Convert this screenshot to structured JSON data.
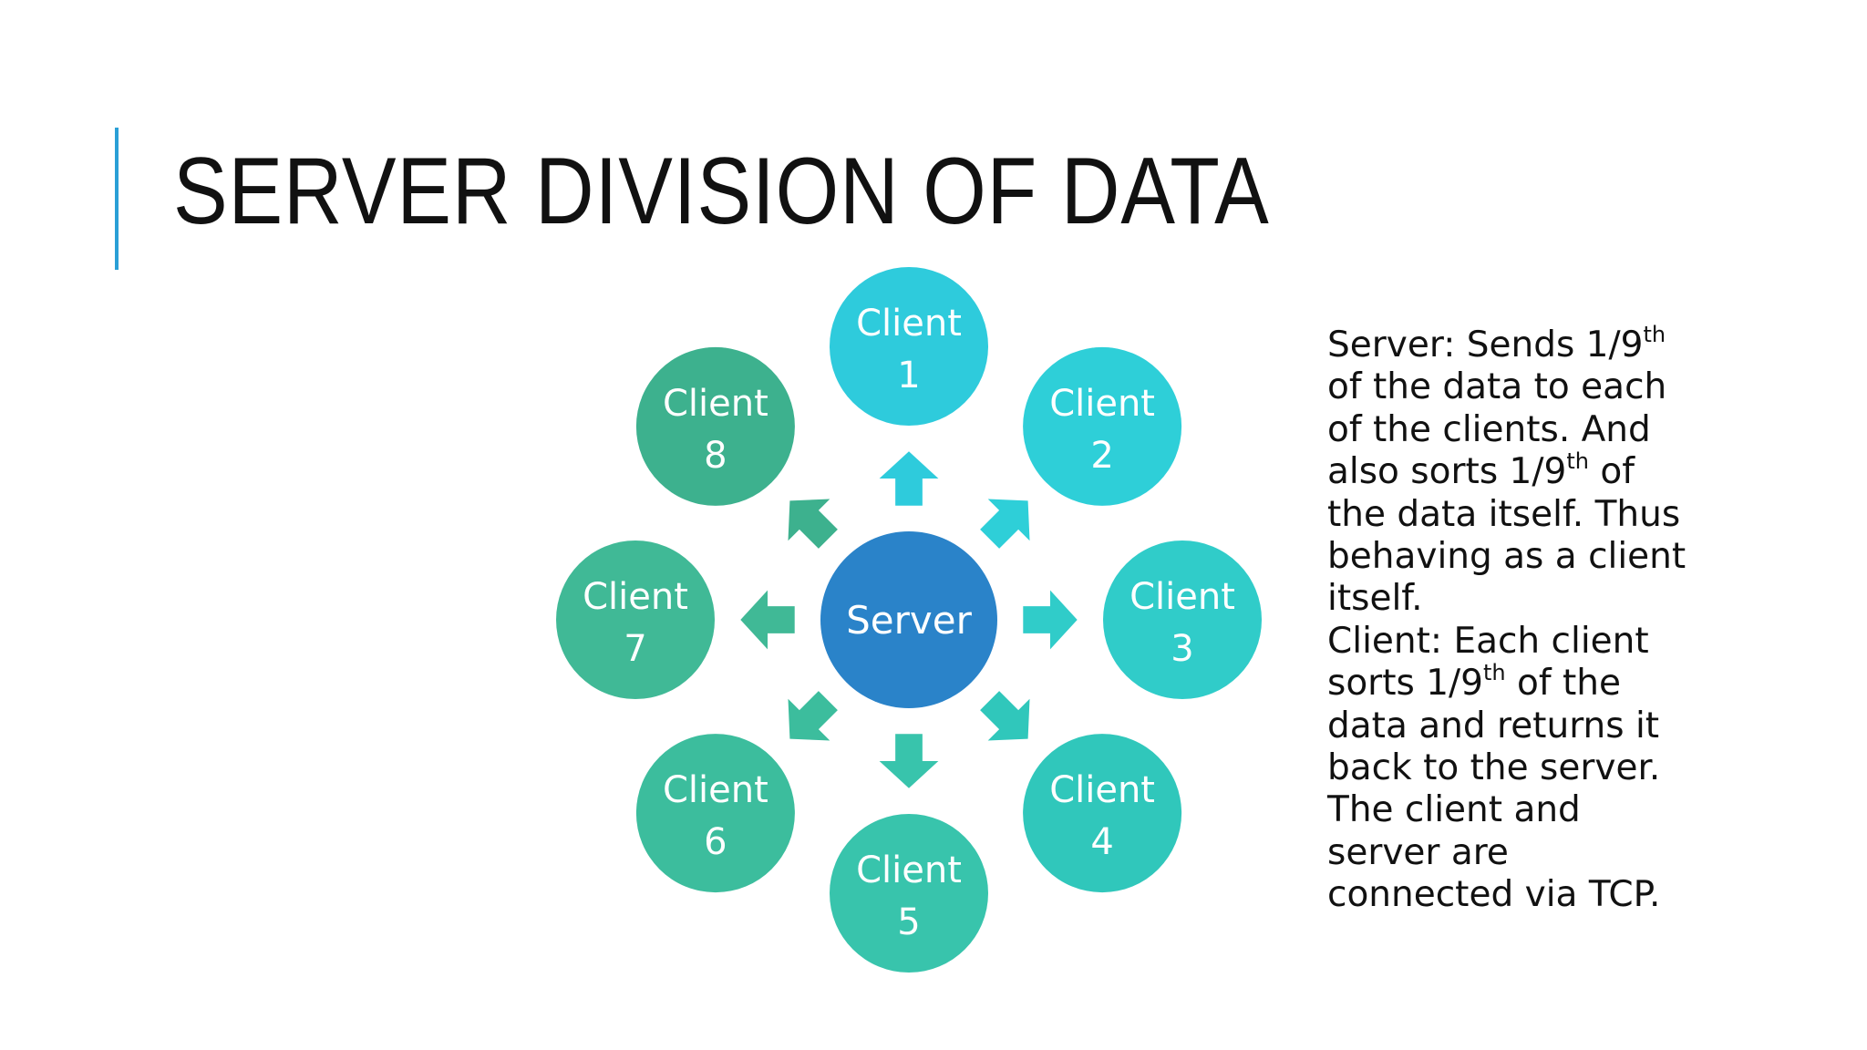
{
  "slide": {
    "title": "SERVER DIVISION OF DATA",
    "accent_color": "#2a9fd6"
  },
  "diagram": {
    "server": {
      "label": "Server",
      "color": "#2a83c9"
    },
    "clients": [
      {
        "id": 1,
        "word": "Client",
        "number": "1",
        "color": "#2ecbdc"
      },
      {
        "id": 2,
        "word": "Client",
        "number": "2",
        "color": "#2ecfd8"
      },
      {
        "id": 3,
        "word": "Client",
        "number": "3",
        "color": "#30ccc9"
      },
      {
        "id": 4,
        "word": "Client",
        "number": "4",
        "color": "#30c7bb"
      },
      {
        "id": 5,
        "word": "Client",
        "number": "5",
        "color": "#38c4ac"
      },
      {
        "id": 6,
        "word": "Client",
        "number": "6",
        "color": "#3cbd9d"
      },
      {
        "id": 7,
        "word": "Client",
        "number": "7",
        "color": "#40b996"
      },
      {
        "id": 8,
        "word": "Client",
        "number": "8",
        "color": "#3db18e"
      }
    ]
  },
  "description": {
    "lines": [
      {
        "pre": "Server: Sends 1/9",
        "sup": "th",
        "post": ""
      },
      {
        "pre": "of the data to each",
        "sup": "",
        "post": ""
      },
      {
        "pre": "of the clients. And",
        "sup": "",
        "post": ""
      },
      {
        "pre": "also sorts 1/9",
        "sup": "th",
        "post": " of"
      },
      {
        "pre": "the data itself. Thus",
        "sup": "",
        "post": ""
      },
      {
        "pre": "behaving as a client",
        "sup": "",
        "post": ""
      },
      {
        "pre": "itself.",
        "sup": "",
        "post": ""
      },
      {
        "pre": "Client: Each client",
        "sup": "",
        "post": ""
      },
      {
        "pre": "sorts 1/9",
        "sup": "th",
        "post": " of the"
      },
      {
        "pre": "data and returns it",
        "sup": "",
        "post": ""
      },
      {
        "pre": "back to the server.",
        "sup": "",
        "post": ""
      },
      {
        "pre": "The client and",
        "sup": "",
        "post": ""
      },
      {
        "pre": "server are",
        "sup": "",
        "post": ""
      },
      {
        "pre": "connected via TCP.",
        "sup": "",
        "post": ""
      }
    ]
  }
}
